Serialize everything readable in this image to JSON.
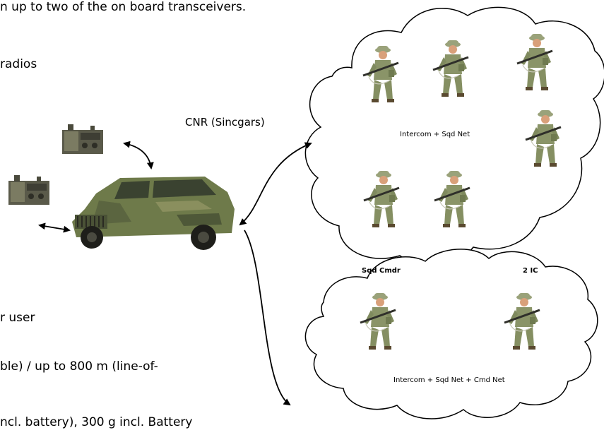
{
  "body_text": {
    "line_top": "n up to two of the on board transceivers.",
    "radios": "radios",
    "user": "r user",
    "range": "ble) / up to 800 m (line-of-",
    "battery": "ncl. battery), 300 g incl. Battery"
  },
  "diagram": {
    "cnr_label": "CNR (Sincgars)",
    "cloud_top_label": "Intercom + Sqd Net",
    "cloud_bottom_label": "Intercom + Sqd Net + Cmd Net",
    "sqd_cmdr_label": "Sqd Cmdr",
    "ic2_label": "2 IC"
  },
  "colors": {
    "line": "#000000",
    "uniform": "#8a9468",
    "skin": "#d9a07a",
    "vehicle": "#6e7a4a",
    "radio": "#5a5a4a"
  }
}
